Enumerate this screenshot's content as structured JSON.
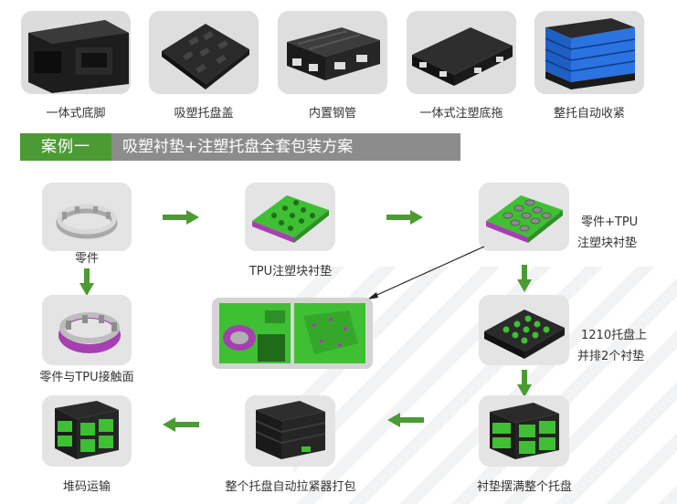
{
  "top_products": [
    {
      "label": "一体式底脚"
    },
    {
      "label": "吸塑托盘盖"
    },
    {
      "label": "内置钢管"
    },
    {
      "label": "一体式注塑底拖"
    },
    {
      "label": "整托自动收紧"
    }
  ],
  "banner": {
    "tag": "案例一",
    "title": "吸塑衬垫+注塑托盘全套包装方案"
  },
  "steps": {
    "part": "零件",
    "tpu_liner": "TPU注塑块衬垫",
    "part_tpu_line1": "零件+TPU",
    "part_tpu_line2": "注塑块衬垫",
    "contact_surface": "零件与TPU接触面",
    "pallet_line1": "1210托盘上",
    "pallet_line2": "并排2个衬垫",
    "stack_transport": "堆码运输",
    "auto_strap": "整个托盘自动拉紧器打包",
    "full_pallet": "衬垫摆满整个托盘"
  },
  "colors": {
    "accent_green": "#4c9a34",
    "banner_gray": "#8c8c8c",
    "card_bg": "#e6e6e6",
    "liner_green": "#3fbf34",
    "liner_purple": "#a63fb0"
  }
}
